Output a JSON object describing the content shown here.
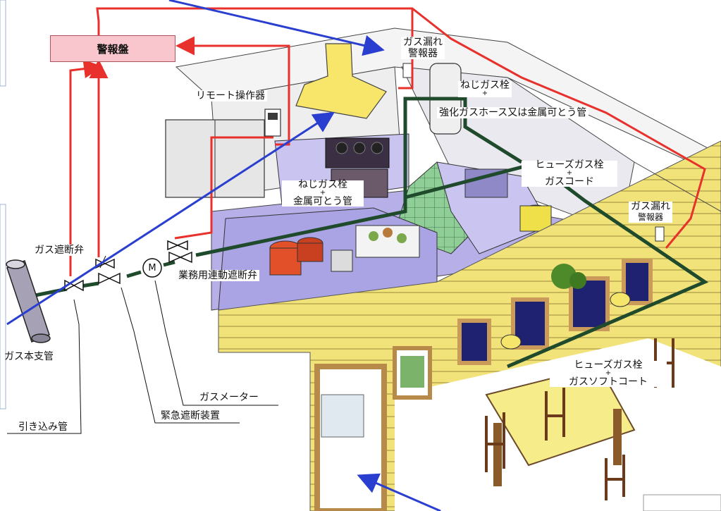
{
  "labels": {
    "alarm_panel": "警報盤",
    "gas_leak_alarm_1_line1": "ガス漏れ",
    "gas_leak_alarm_1_line2": "警報器",
    "remote_control": "リモート操作器",
    "screw_valve_1": "ねじガス栓",
    "plus_1": "+",
    "reinforced_hose": "強化ガスホース又は金属可とう管",
    "fuse_valve_1": "ヒューズガス栓",
    "plus_2": "+",
    "gas_cord": "ガスコード",
    "screw_valve_2": "ねじガス栓",
    "plus_3": "+",
    "metal_flex_pipe": "金属可とう管",
    "gas_leak_alarm_2_line1": "ガス漏れ",
    "gas_leak_alarm_2_line2": "警報器",
    "gas_shutoff_valve": "ガス遮断弁",
    "commercial_shutoff_valve": "業務用連動遮断弁",
    "gas_main_pipe": "ガス本支管",
    "fuse_valve_2": "ヒューズガス栓",
    "plus_4": "+",
    "gas_soft_cord": "ガスソフトコート",
    "gas_meter": "ガスメーター",
    "meter_symbol": "M",
    "emergency_shutoff": "緊急遮断装置",
    "service_pipe": "引き込み管"
  },
  "colors": {
    "alarm_wire": "#e8302c",
    "gas_pipe": "#1f4a2c",
    "annotation_arrow": "#2a3fd0",
    "alarm_panel_fill": "#f8c6cc",
    "wall_yellow": "#f2e27a",
    "floor_purple": "#b7b0e8",
    "tile_green": "#8fcf97",
    "hood_yellow": "#f7e66a"
  }
}
